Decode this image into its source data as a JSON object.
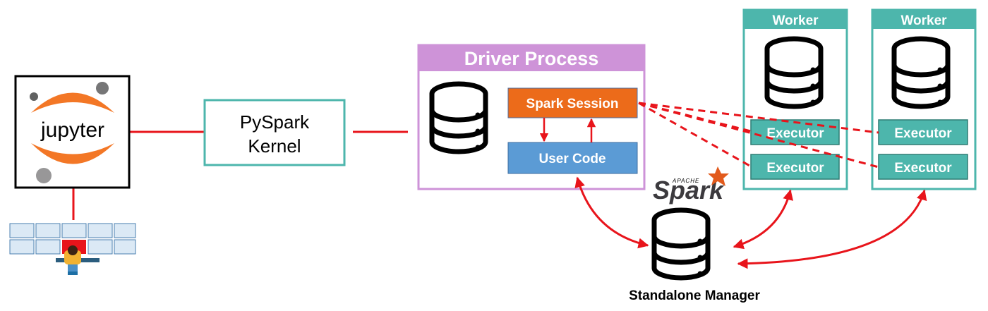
{
  "jupyter": {
    "logo_text": "jupyter"
  },
  "kernel": {
    "line1": "PySpark",
    "line2": "Kernel"
  },
  "driver": {
    "title": "Driver Process",
    "spark_session": "Spark Session",
    "user_code": "User Code"
  },
  "spark_logo": {
    "apache": "APACHE",
    "name": "Spark"
  },
  "manager": {
    "label": "Standalone Manager"
  },
  "workers": [
    {
      "title": "Worker",
      "executors": [
        "Executor",
        "Executor"
      ]
    },
    {
      "title": "Worker",
      "executors": [
        "Executor",
        "Executor"
      ]
    }
  ],
  "colors": {
    "teal": "#4db6ac",
    "driver_purple": "#ce93d8",
    "spark_orange": "#ec6b1a",
    "user_code_blue": "#5b9bd5",
    "connector_red": "#e8141b",
    "jupyter_orange": "#f37726"
  }
}
